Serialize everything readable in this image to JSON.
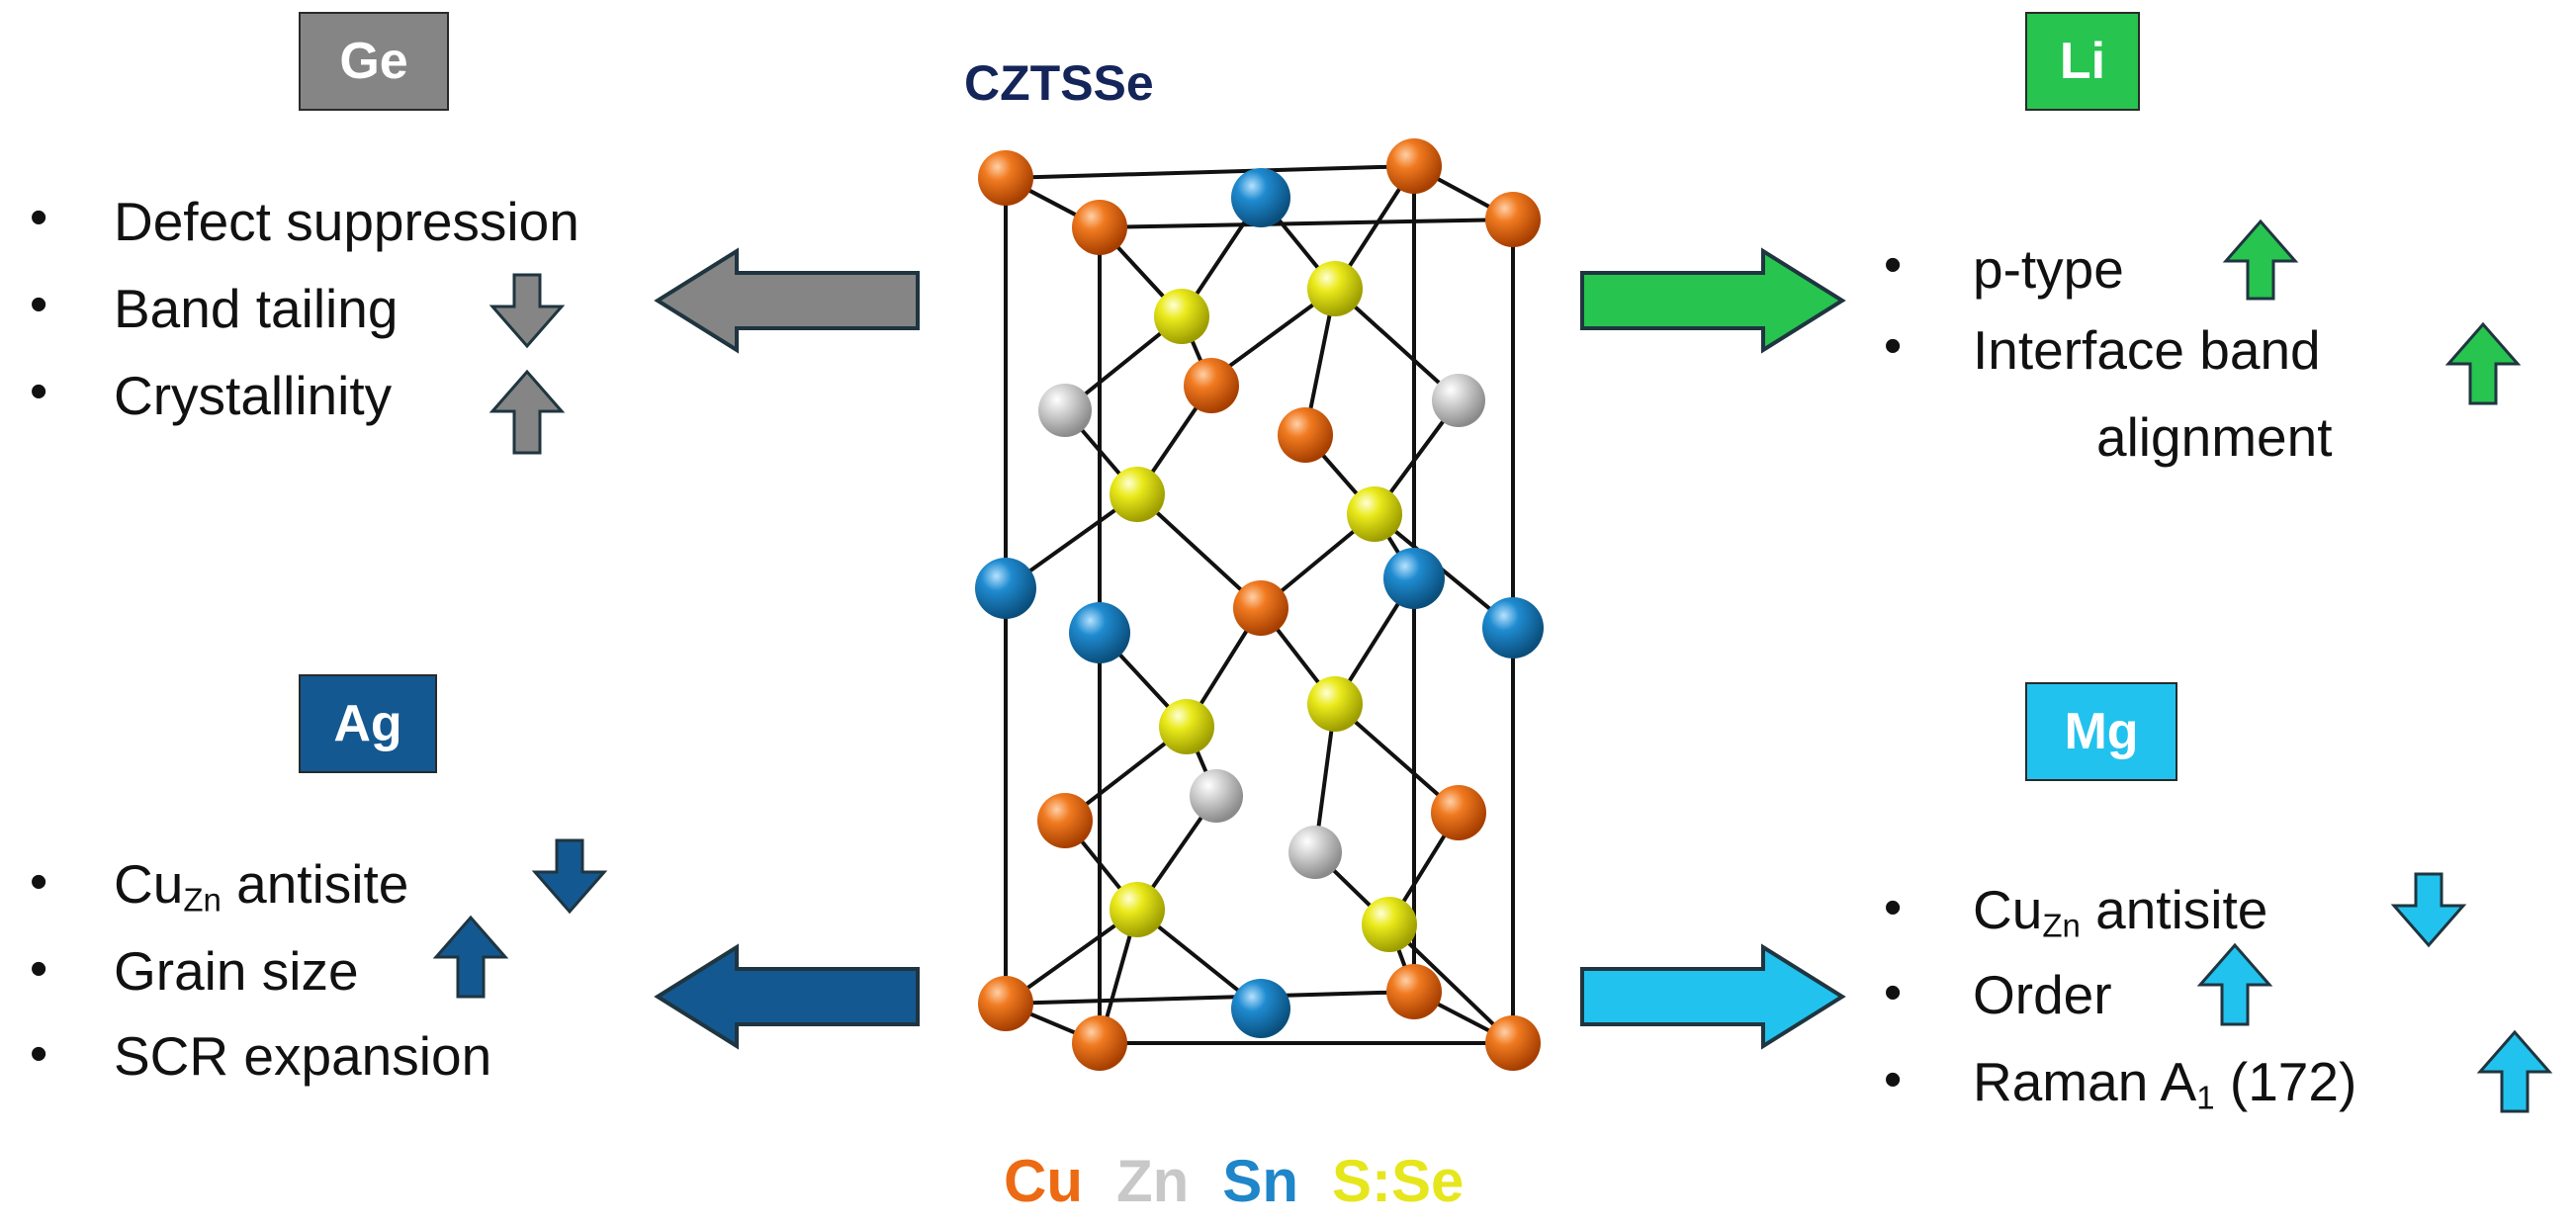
{
  "title": "CZTSSe",
  "colors": {
    "ge": "#858585",
    "ag": "#135890",
    "li": "#27c44f",
    "mg": "#22c2ee",
    "cu": "#ec6a12",
    "zn": "#c8c8c8",
    "sn": "#1e86c9",
    "s_se": "#e6e61c"
  },
  "dopants": {
    "ge": {
      "label": "Ge",
      "items": [
        {
          "text": "Defect suppression",
          "trend": "none"
        },
        {
          "text": "Band tailing",
          "trend": "down"
        },
        {
          "text": "Crystallinity",
          "trend": "up"
        }
      ]
    },
    "ag": {
      "label": "Ag",
      "items": [
        {
          "pre": "Cu",
          "sub": "Zn",
          "post": " antisite",
          "trend": "down"
        },
        {
          "text": "Grain size",
          "trend": "up"
        },
        {
          "text": "SCR expansion",
          "trend": "none"
        }
      ]
    },
    "li": {
      "label": "Li",
      "items": [
        {
          "text": "p-type",
          "trend": "up"
        },
        {
          "text": "Interface band",
          "text2": "alignment",
          "trend": "up"
        }
      ]
    },
    "mg": {
      "label": "Mg",
      "items": [
        {
          "pre": "Cu",
          "sub": "Zn",
          "post": " antisite",
          "trend": "down"
        },
        {
          "text": "Order",
          "trend": "up"
        },
        {
          "pre": "Raman A",
          "sub": "1",
          "post": " (172)",
          "trend": "up"
        }
      ]
    }
  },
  "legend": [
    {
      "label": "Cu",
      "color": "#ec6a12"
    },
    {
      "label": "Zn",
      "color": "#c8c8c8"
    },
    {
      "label": "Sn",
      "color": "#1e86c9"
    },
    {
      "label": "S:Se",
      "color": "#e6e61c"
    }
  ]
}
